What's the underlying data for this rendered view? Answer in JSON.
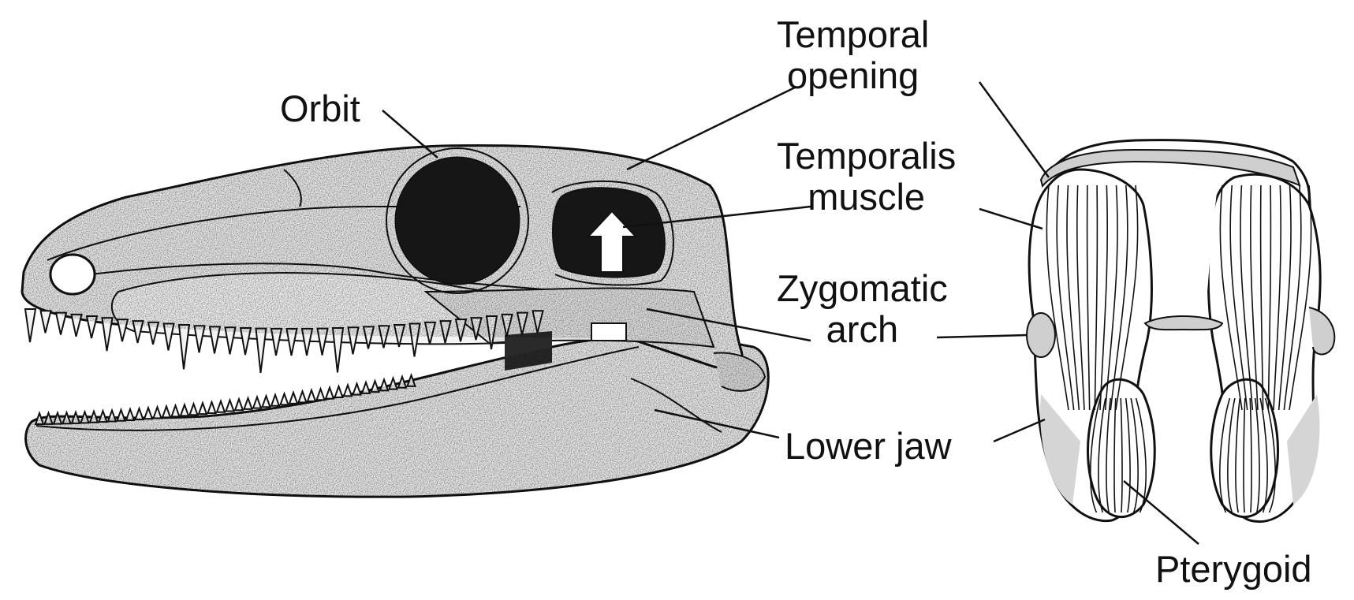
{
  "labels": {
    "orbit": "Orbit",
    "temporal_opening": "Temporal\nopening",
    "temporalis_muscle": "Temporalis\nmuscle",
    "zygomatic_arch": "Zygomatic\narch",
    "lower_jaw": "Lower jaw",
    "pterygoid": "Pterygoid"
  },
  "colors": {
    "ink": "#111111",
    "bone": "#e6e6e6",
    "dark": "#161616",
    "paper": "#ffffff"
  }
}
